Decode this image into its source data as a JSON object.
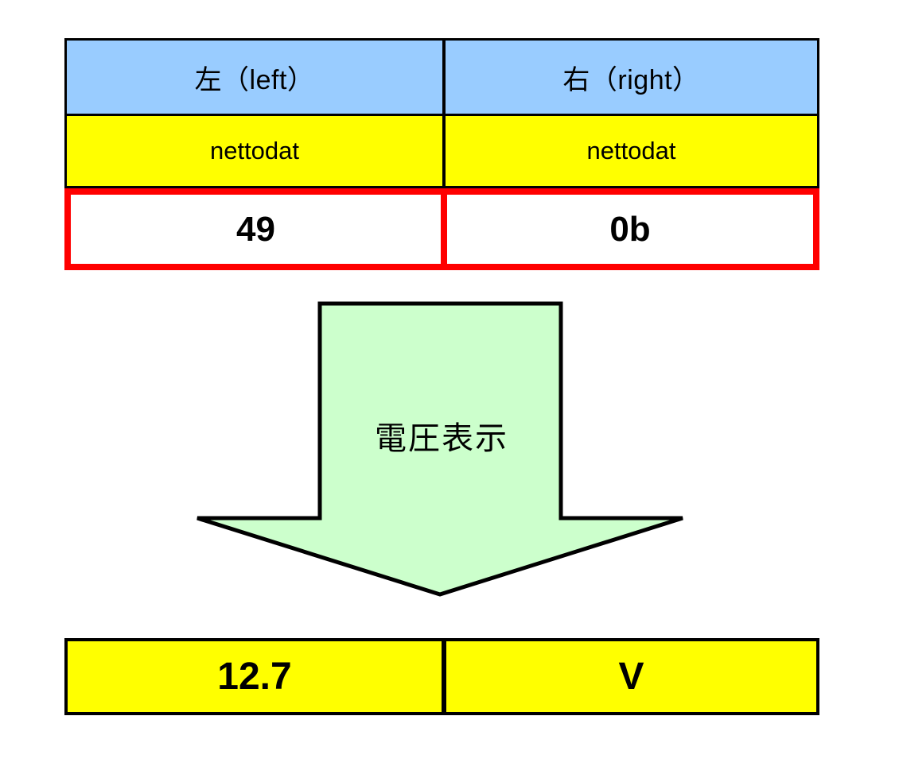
{
  "diagram": {
    "title_hidden": "",
    "colors": {
      "header_blue": "#99ccff",
      "label_yellow": "#ffff00",
      "value_white": "#ffffff",
      "highlight_red": "#ff0000",
      "arrow_green": "#ccffcc",
      "outline_black": "#000000"
    },
    "data_table": {
      "headers": [
        {
          "label": "左（left）"
        },
        {
          "label": "右（right）"
        }
      ],
      "field_labels": [
        {
          "label": "nettodat"
        },
        {
          "label": "nettodat"
        }
      ],
      "values": [
        {
          "label": "49"
        },
        {
          "label": "0b"
        }
      ]
    },
    "arrow": {
      "label": "電圧表示",
      "direction": "down",
      "icon": "down-block-arrow-icon"
    },
    "result_bar": {
      "value": "12.7",
      "unit": "V"
    }
  }
}
